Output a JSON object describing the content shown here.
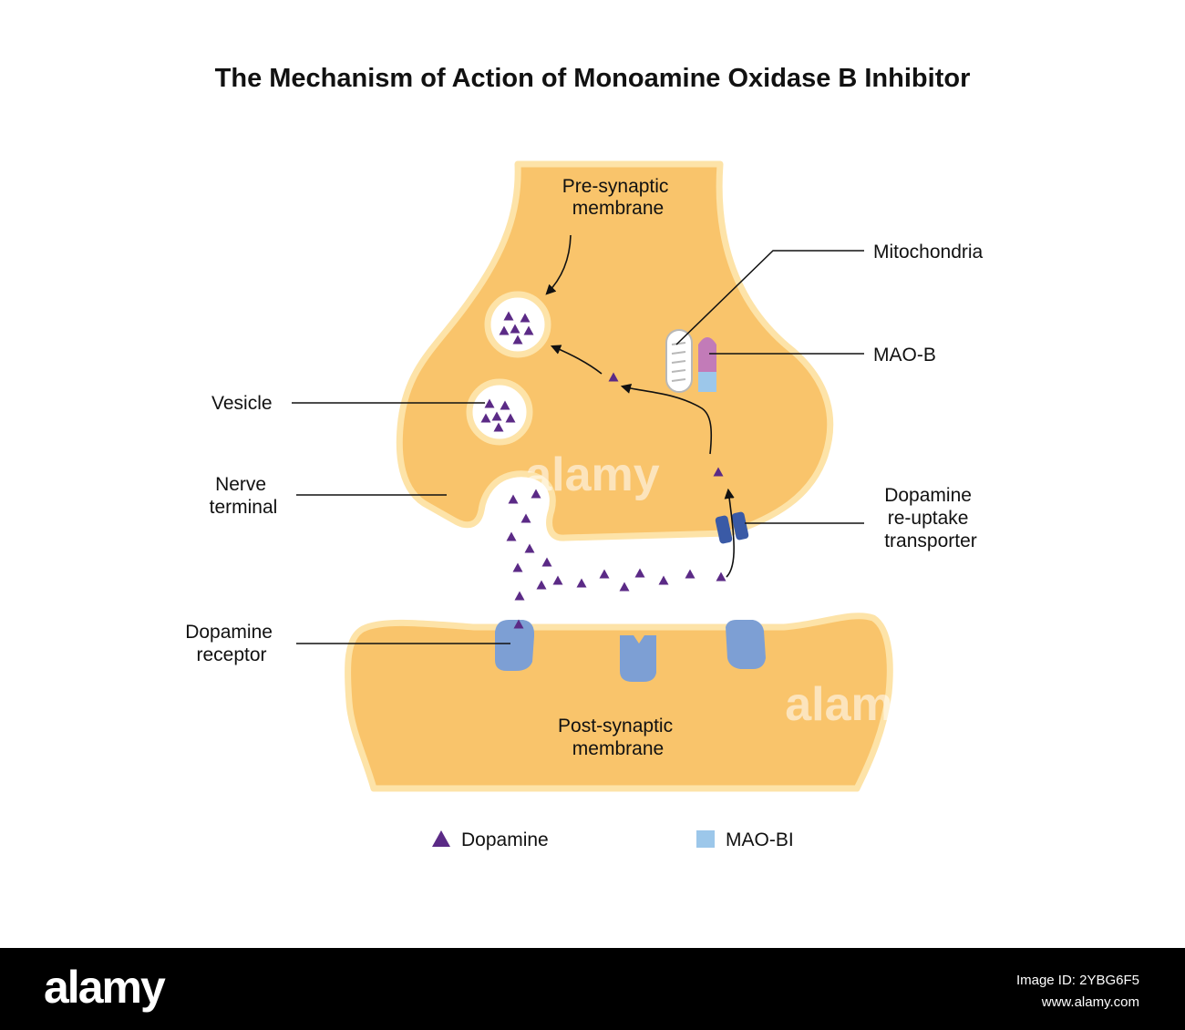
{
  "title": "The Mechanism of Action of Monoamine Oxidase B Inhibitor",
  "labels": {
    "presynaptic": [
      "Pre-synaptic",
      "membrane"
    ],
    "postsynaptic": [
      "Post-synaptic",
      "membrane"
    ],
    "mitochondria": "Mitochondria",
    "mao_b": "MAO-B",
    "vesicle": "Vesicle",
    "nerve_terminal": [
      "Nerve",
      "terminal"
    ],
    "reuptake": [
      "Dopamine",
      "re-uptake",
      "transporter"
    ],
    "receptor": [
      "Dopamine",
      "receptor"
    ]
  },
  "legend": {
    "dopamine": "Dopamine",
    "mao_bi": "MAO-BI"
  },
  "watermark": "alamy",
  "footer": {
    "logo": "alamy",
    "image_id": "Image ID: 2YBG6F5",
    "site": "www.alamy.com"
  },
  "colors": {
    "membrane_fill": "#f9c46b",
    "membrane_edge": "#fde3a8",
    "dopamine": "#5b2a86",
    "receptor": "#7d9fd4",
    "transporter": "#3a5aa6",
    "mao_b": "#c27bb8",
    "mao_bi": "#9cc7ea"
  }
}
